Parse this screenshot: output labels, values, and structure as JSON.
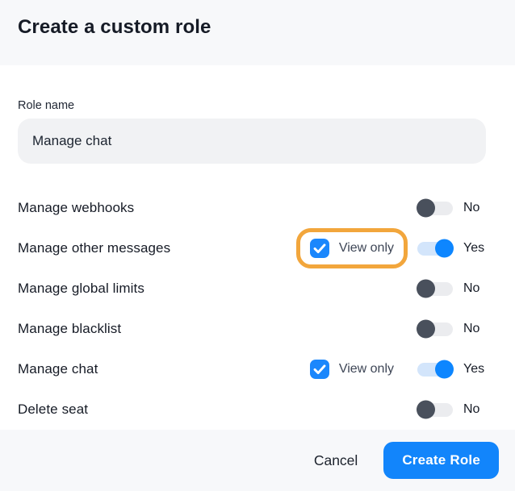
{
  "dialog": {
    "title": "Create a custom role"
  },
  "form": {
    "role_name_label": "Role name",
    "role_name_value": "Manage chat"
  },
  "permissions": {
    "view_only_label": "View only",
    "toggle_on_label": "Yes",
    "toggle_off_label": "No",
    "rows": [
      {
        "label": "Manage webhooks",
        "enabled": false,
        "view_only_visible": false,
        "view_only_checked": false,
        "highlighted": false
      },
      {
        "label": "Manage other messages",
        "enabled": true,
        "view_only_visible": true,
        "view_only_checked": true,
        "highlighted": true
      },
      {
        "label": "Manage global limits",
        "enabled": false,
        "view_only_visible": false,
        "view_only_checked": false,
        "highlighted": false
      },
      {
        "label": "Manage blacklist",
        "enabled": false,
        "view_only_visible": false,
        "view_only_checked": false,
        "highlighted": false
      },
      {
        "label": "Manage chat",
        "enabled": true,
        "view_only_visible": true,
        "view_only_checked": true,
        "highlighted": false
      },
      {
        "label": "Delete seat",
        "enabled": false,
        "view_only_visible": false,
        "view_only_checked": false,
        "highlighted": false
      }
    ]
  },
  "footer": {
    "cancel_label": "Cancel",
    "create_label": "Create Role"
  },
  "colors": {
    "accent_blue": "#1285fb",
    "checkbox_blue": "#1b87fc",
    "toggle_on_knob": "#0d86ff",
    "toggle_on_track": "#d3e5fb",
    "toggle_off_knob": "#49505c",
    "toggle_off_track": "#ebecef",
    "highlight_orange": "#f2a63c",
    "header_footer_bg": "#f7f8fa",
    "input_bg": "#f1f2f4"
  }
}
